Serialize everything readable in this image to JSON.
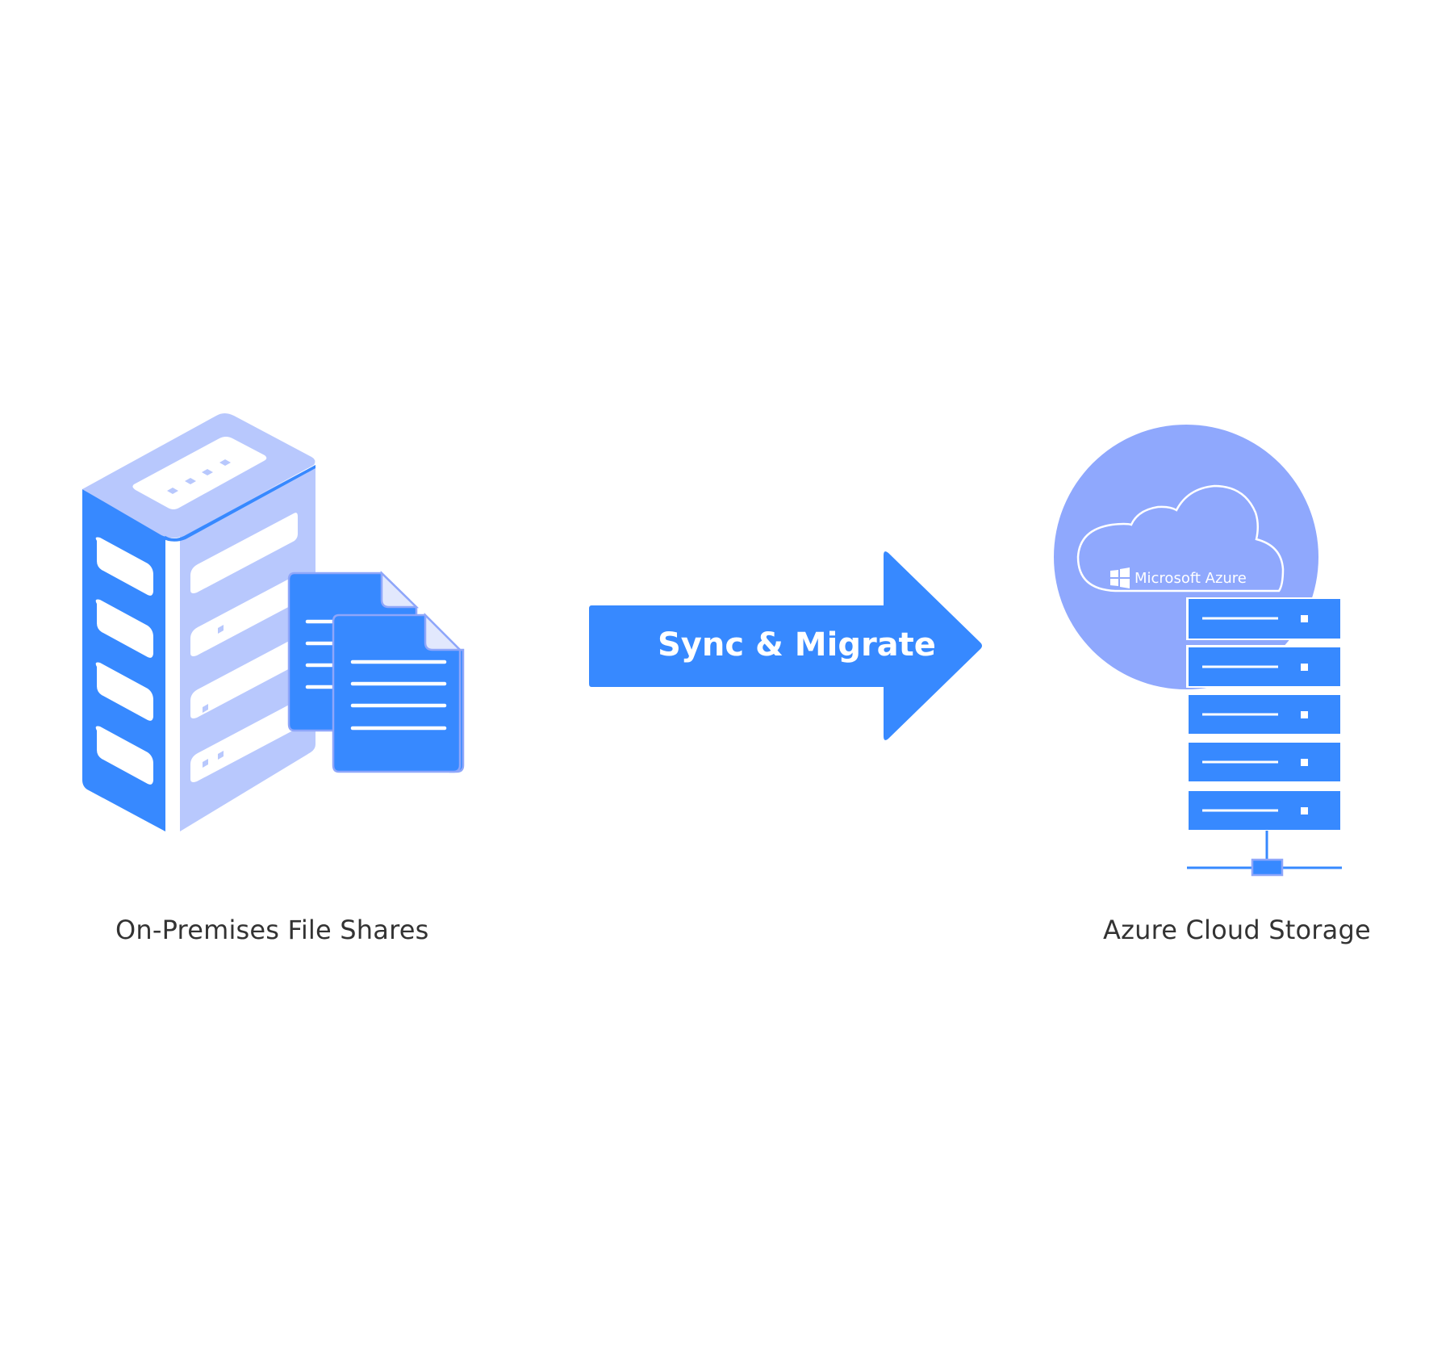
{
  "diagram": {
    "source": {
      "label": "On-Premises File Shares",
      "icon": "server-tower-with-documents-icon"
    },
    "connector": {
      "label": "Sync & Migrate",
      "icon": "right-arrow-icon",
      "direction": "left-to-right"
    },
    "target": {
      "label": "Azure Cloud Storage",
      "icon": "cloud-server-rack-icon",
      "cloud_badge": "Microsoft Azure",
      "badge_icon": "windows-logo-icon",
      "rack_units": 5
    }
  },
  "colors": {
    "primary_blue": "#3789FF",
    "light_blue": "#B8C8FD",
    "circle_blue": "#8FA8FD",
    "doc_border": "#8EA6FA",
    "fold_fill": "#E2E8FD",
    "label_text": "#333333",
    "background": "#FFFFFF"
  }
}
